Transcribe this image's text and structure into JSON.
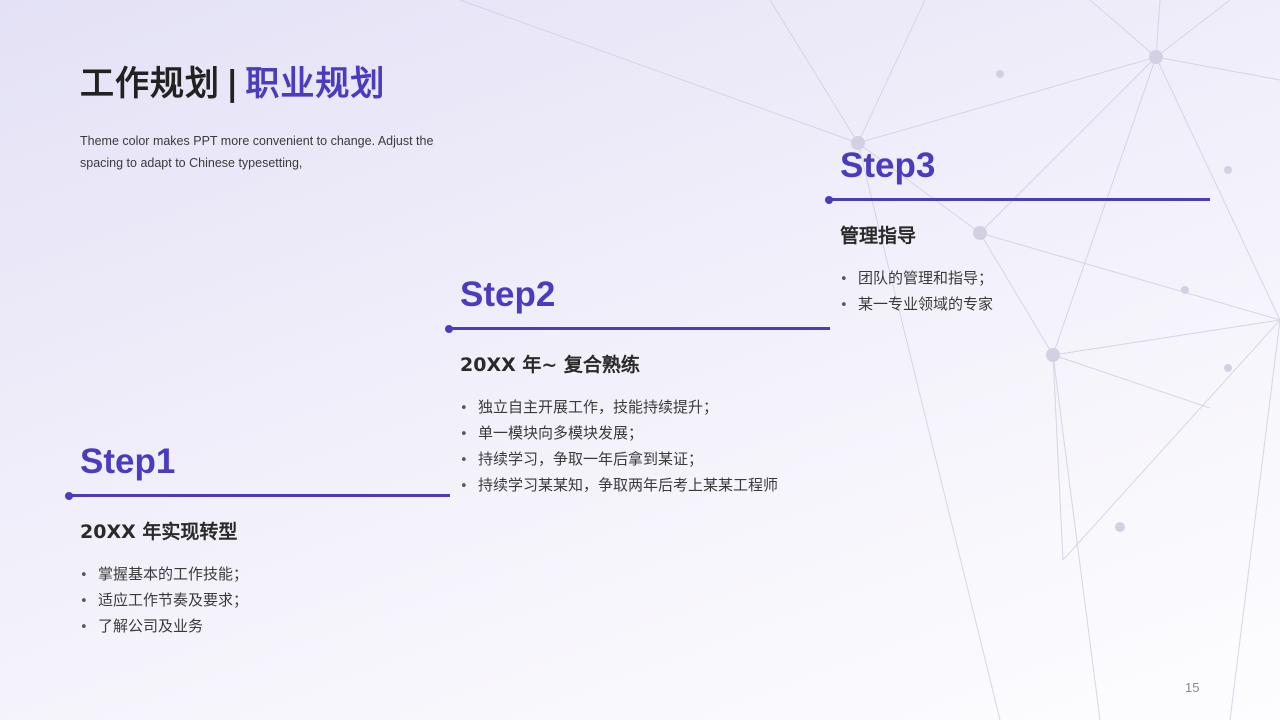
{
  "title": {
    "main": "工作规划",
    "separator": "|",
    "accent": "职业规划"
  },
  "subtitle": "Theme color makes PPT more convenient to change. Adjust the spacing to adapt to Chinese  typesetting,",
  "steps": [
    {
      "label": "Step1",
      "heading": "20XX 年实现转型",
      "bullets": [
        "掌握基本的工作技能；",
        "适应工作节奏及要求；",
        "了解公司及业务"
      ]
    },
    {
      "label": "Step2",
      "heading": "20XX 年~ 复合熟练",
      "bullets": [
        "独立自主开展工作，技能持续提升；",
        "单一模块向多模块发展；",
        "持续学习，争取一年后拿到某证；",
        "持续学习某某知，争取两年后考上某某工程师"
      ]
    },
    {
      "label": "Step3",
      "heading": "管理指导",
      "bullets": [
        "团队的管理和指导；",
        "某一专业领域的专家"
      ]
    }
  ],
  "page_number": "15",
  "colors": {
    "accent": "#4b3bbf",
    "text": "#333333"
  }
}
